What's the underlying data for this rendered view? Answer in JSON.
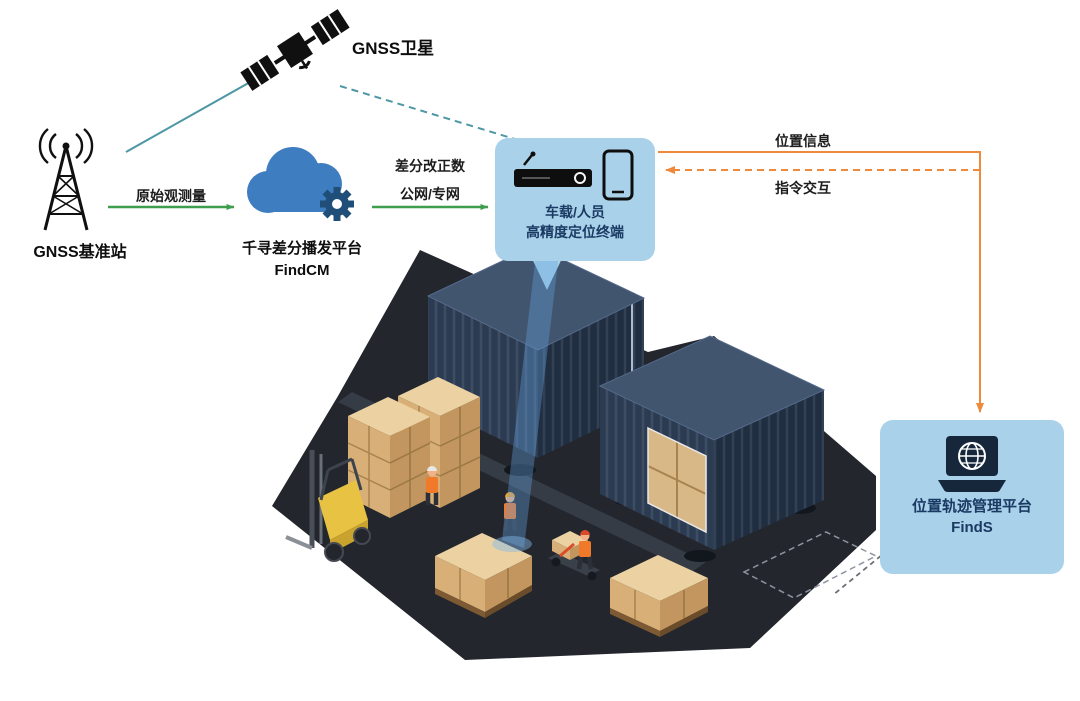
{
  "nodes": {
    "satellite": {
      "label": "GNSS卫星"
    },
    "base_station": {
      "label": "GNSS基准站"
    },
    "cloud": {
      "name": "千寻差分播发平台",
      "product": "FindCM"
    },
    "terminal": {
      "line1": "车载/人员",
      "line2": "高精度定位终端"
    },
    "platform": {
      "name": "位置轨迹管理平台",
      "product": "FindS"
    }
  },
  "edges": {
    "raw_observation": {
      "label": "原始观测量"
    },
    "correction": {
      "line1": "差分改正数",
      "line2": "公网/专网"
    },
    "position_info": {
      "label": "位置信息"
    },
    "command": {
      "label": "指令交互"
    }
  },
  "colors": {
    "arrow_green": "#3f9d4e",
    "line_teal": "#4e97a5",
    "arrow_orange": "#ef8a3c",
    "bubble_blue": "#a9d2ea",
    "dark_blue_text": "#1b3a63",
    "cloud_blue": "#3d7dc0",
    "gear_navy": "#1f4e79",
    "container_navy": "#2b3b52",
    "ground_dark": "#23262d",
    "box_tan": "#d8b077",
    "forklift_yellow": "#e8c243"
  }
}
